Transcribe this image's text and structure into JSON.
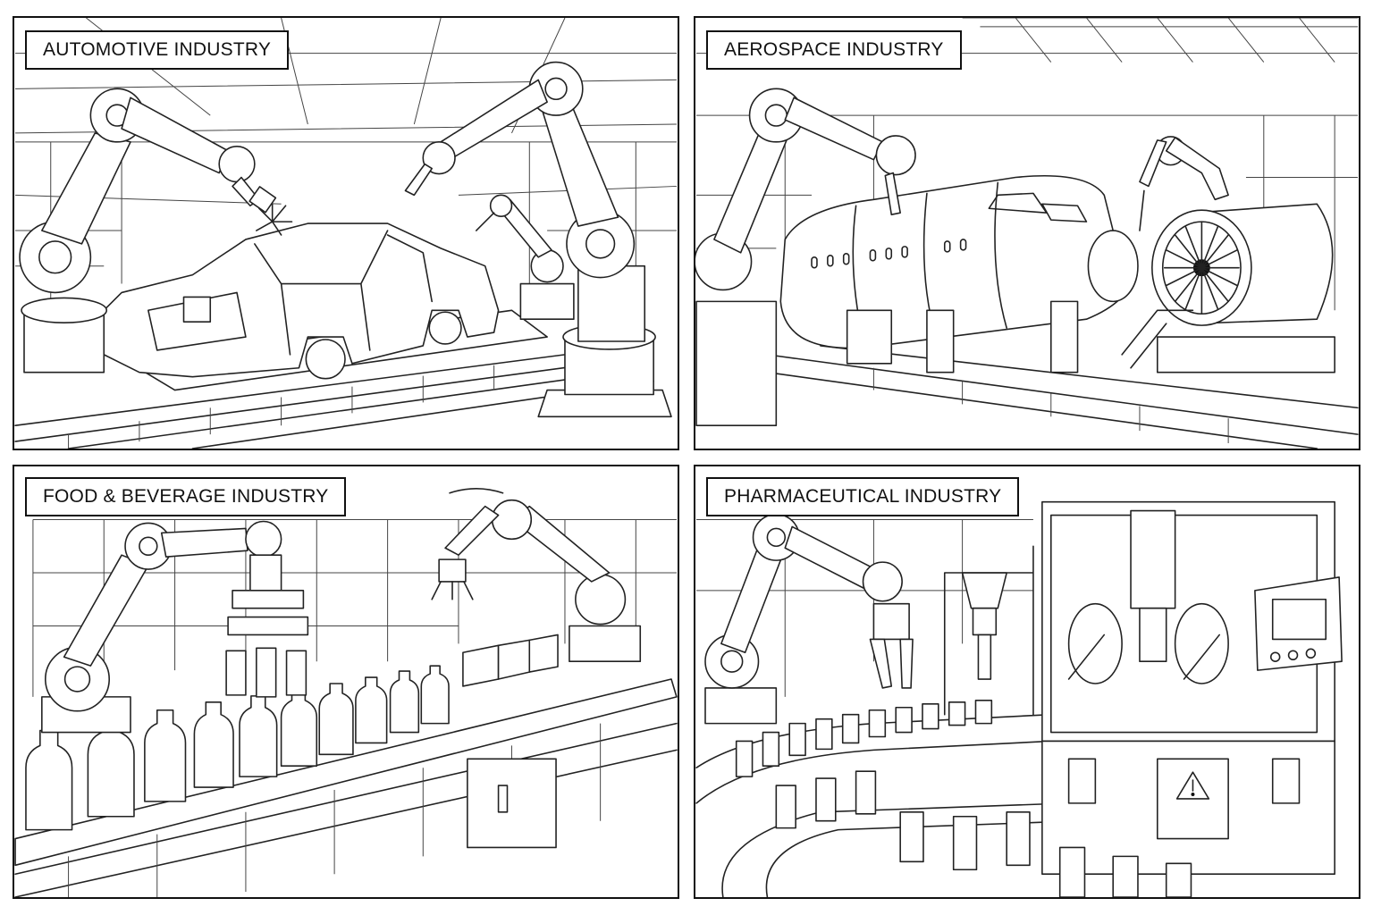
{
  "panels": {
    "automotive": {
      "title": "AUTOMOTIVE INDUSTRY"
    },
    "aerospace": {
      "title": "AEROSPACE INDUSTRY"
    },
    "food": {
      "title": "FOOD & BEVERAGE INDUSTRY"
    },
    "pharma": {
      "title": "PHARMACEUTICAL INDUSTRY"
    }
  },
  "icons": {
    "warning": "warning-triangle-icon"
  },
  "colors": {
    "line": "#222222",
    "background": "#ffffff"
  }
}
